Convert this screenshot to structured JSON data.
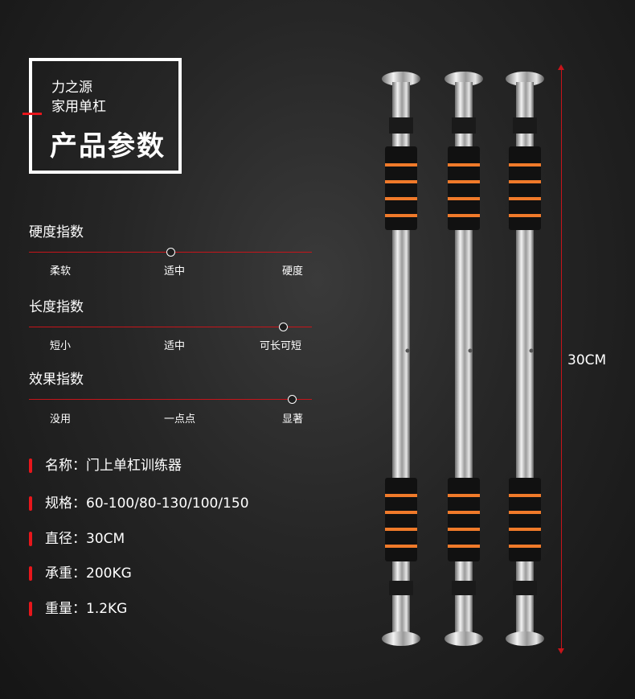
{
  "header": {
    "brand_line1": "力之源",
    "brand_line2": "家用单杠",
    "title": "产品参数"
  },
  "indices": [
    {
      "label": "硬度指数",
      "ticks": [
        "柔软",
        "适中",
        "硬度"
      ],
      "level": 0.5
    },
    {
      "label": "长度指数",
      "ticks": [
        "短小",
        "适中",
        "可长可短"
      ],
      "level": 0.9
    },
    {
      "label": "效果指数",
      "ticks": [
        "没用",
        "一点点",
        "显著"
      ],
      "level": 0.93
    }
  ],
  "specs": [
    "名称：门上单杠训练器",
    "规格：60-100/80-130/100/150",
    "直径：30CM",
    "承重：200KG",
    "重量：1.2KG"
  ],
  "dimension_label": "30CM",
  "colors": {
    "accent_red": "#e8161b",
    "line_red": "#c7141a",
    "foam_orange": "#f07a2a",
    "foam_black": "#111111"
  }
}
